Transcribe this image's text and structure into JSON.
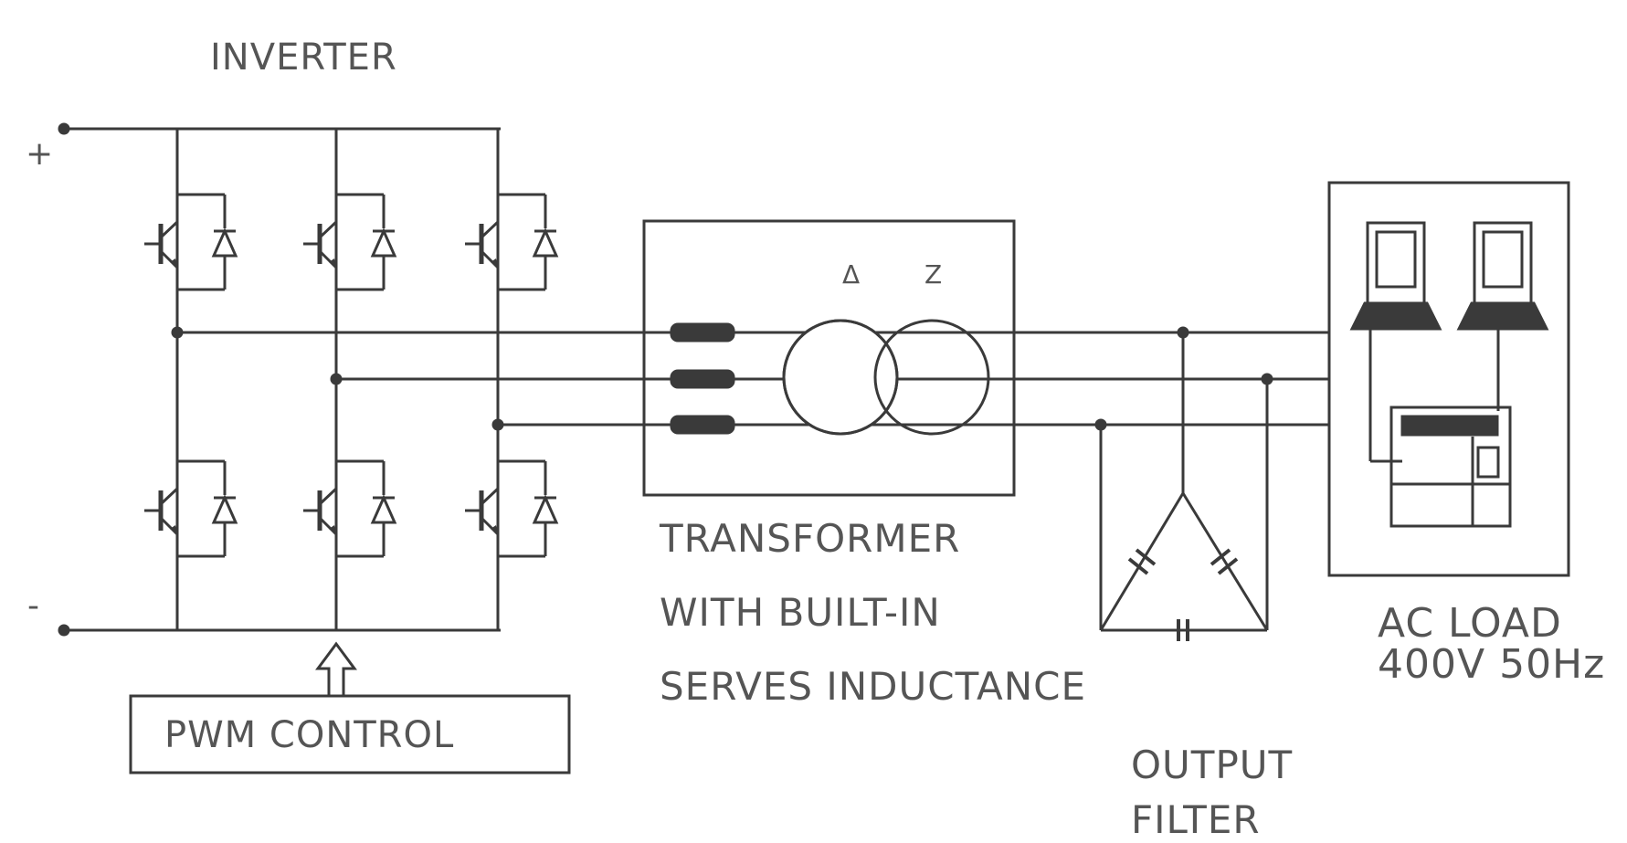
{
  "labels": {
    "inverter": "INVERTER",
    "dc_plus": "+",
    "dc_minus": "-",
    "delta": "Δ",
    "zigzag": "Z",
    "pwm_control": "PWM  CONTROL",
    "transformer_line1": "TRANSFORMER",
    "transformer_line2": "WITH BUILT-IN",
    "transformer_line3": "SERVES INDUCTANCE",
    "output_filter_line1": "OUTPUT",
    "output_filter_line2": "FILTER",
    "ac_load_line1": "AC LOAD",
    "ac_load_line2": "400V 50Hz"
  },
  "colors": {
    "line": "#3a3a3a",
    "text": "#555555",
    "background": "#ffffff"
  }
}
